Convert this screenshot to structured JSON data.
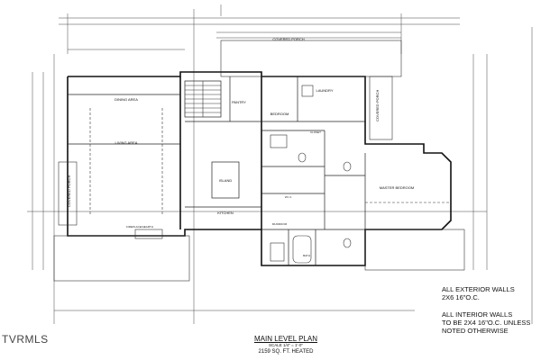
{
  "plan": {
    "title": "MAIN LEVEL PLAN",
    "scale": "SCALE 1/4\" = 1'-0\"",
    "area": "2159 SQ. FT. HEATED"
  },
  "notes": {
    "exterior_line1": "ALL EXTERIOR  WALLS",
    "exterior_line2": "2X6 16\"O.C.",
    "interior_line1": "ALL INTERIOR  WALLS",
    "interior_line2": "TO BE 2X4 16\"O.C. UNLESS",
    "interior_line3": "NOTED OTHERWISE"
  },
  "rooms": {
    "dining": "DINING AREA",
    "living": "LIVING AREA",
    "kitchen": "KITCHEN",
    "island": "ISLAND",
    "pantry": "PANTRY",
    "bedroom": "BEDROOM",
    "laundry": "LAUNDRY",
    "master": "MASTER BEDROOM",
    "covered_porch_top": "COVERED PORCH",
    "covered_porch_left": "COVERED PORCH",
    "covered_porch_right": "COVERED PORCH",
    "fireplace": "FIREPLACE/HEARTH",
    "bath": "BATH",
    "wic": "W.I.C.",
    "closet": "CLOSET",
    "mudroom": "MUDROOM"
  },
  "watermark": "TVRMLS"
}
